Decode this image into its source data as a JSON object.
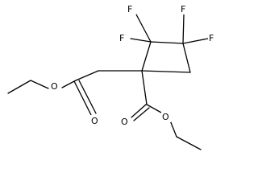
{
  "molecule": {
    "atoms": [
      {
        "id": "f1",
        "element": "F",
        "label": "F"
      },
      {
        "id": "f2",
        "element": "F",
        "label": "F"
      },
      {
        "id": "f3",
        "element": "F",
        "label": "F"
      },
      {
        "id": "f4",
        "element": "F",
        "label": "F"
      },
      {
        "id": "o_ester_left",
        "element": "O",
        "label": "O"
      },
      {
        "id": "o_carbonyl_left",
        "element": "O",
        "label": "O"
      },
      {
        "id": "o_carbonyl_bottom",
        "element": "O",
        "label": "O"
      },
      {
        "id": "o_ester_bottom",
        "element": "O",
        "label": "O"
      }
    ]
  }
}
